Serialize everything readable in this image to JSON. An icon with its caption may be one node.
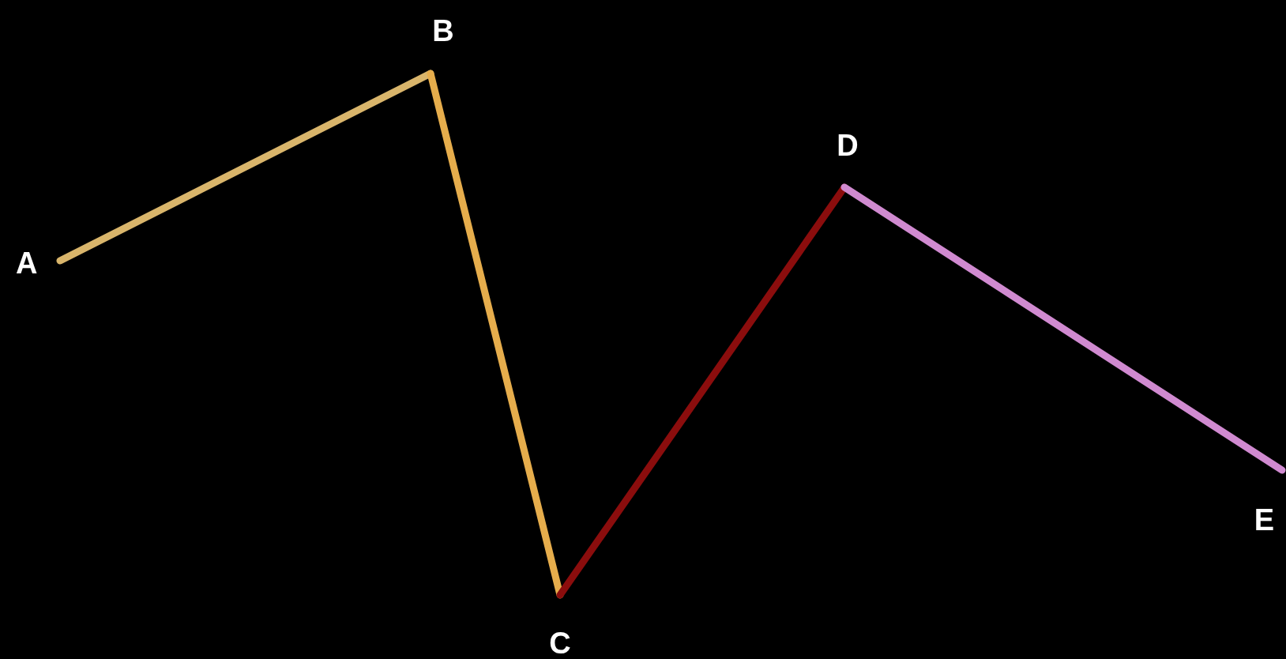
{
  "diagram": {
    "nodes": [
      {
        "text": [
          "A"
        ]
      },
      {
        "text": [
          "B"
        ]
      },
      {
        "text": [
          "C"
        ]
      },
      {
        "text": [
          "D"
        ]
      },
      {
        "text": [
          "E"
        ]
      }
    ],
    "edges": [
      {
        "from": 0,
        "to": 1,
        "arrow": "none",
        "color": "#d9b56b"
      },
      {
        "from": 1,
        "to": 2,
        "arrow": "none",
        "color": "#e6ad4c"
      },
      {
        "from": 2,
        "to": 3,
        "arrow": "none",
        "color": "#8b0d0d"
      },
      {
        "from": 3,
        "to": 4,
        "arrow": "none",
        "color": "#d08ad0"
      }
    ]
  }
}
